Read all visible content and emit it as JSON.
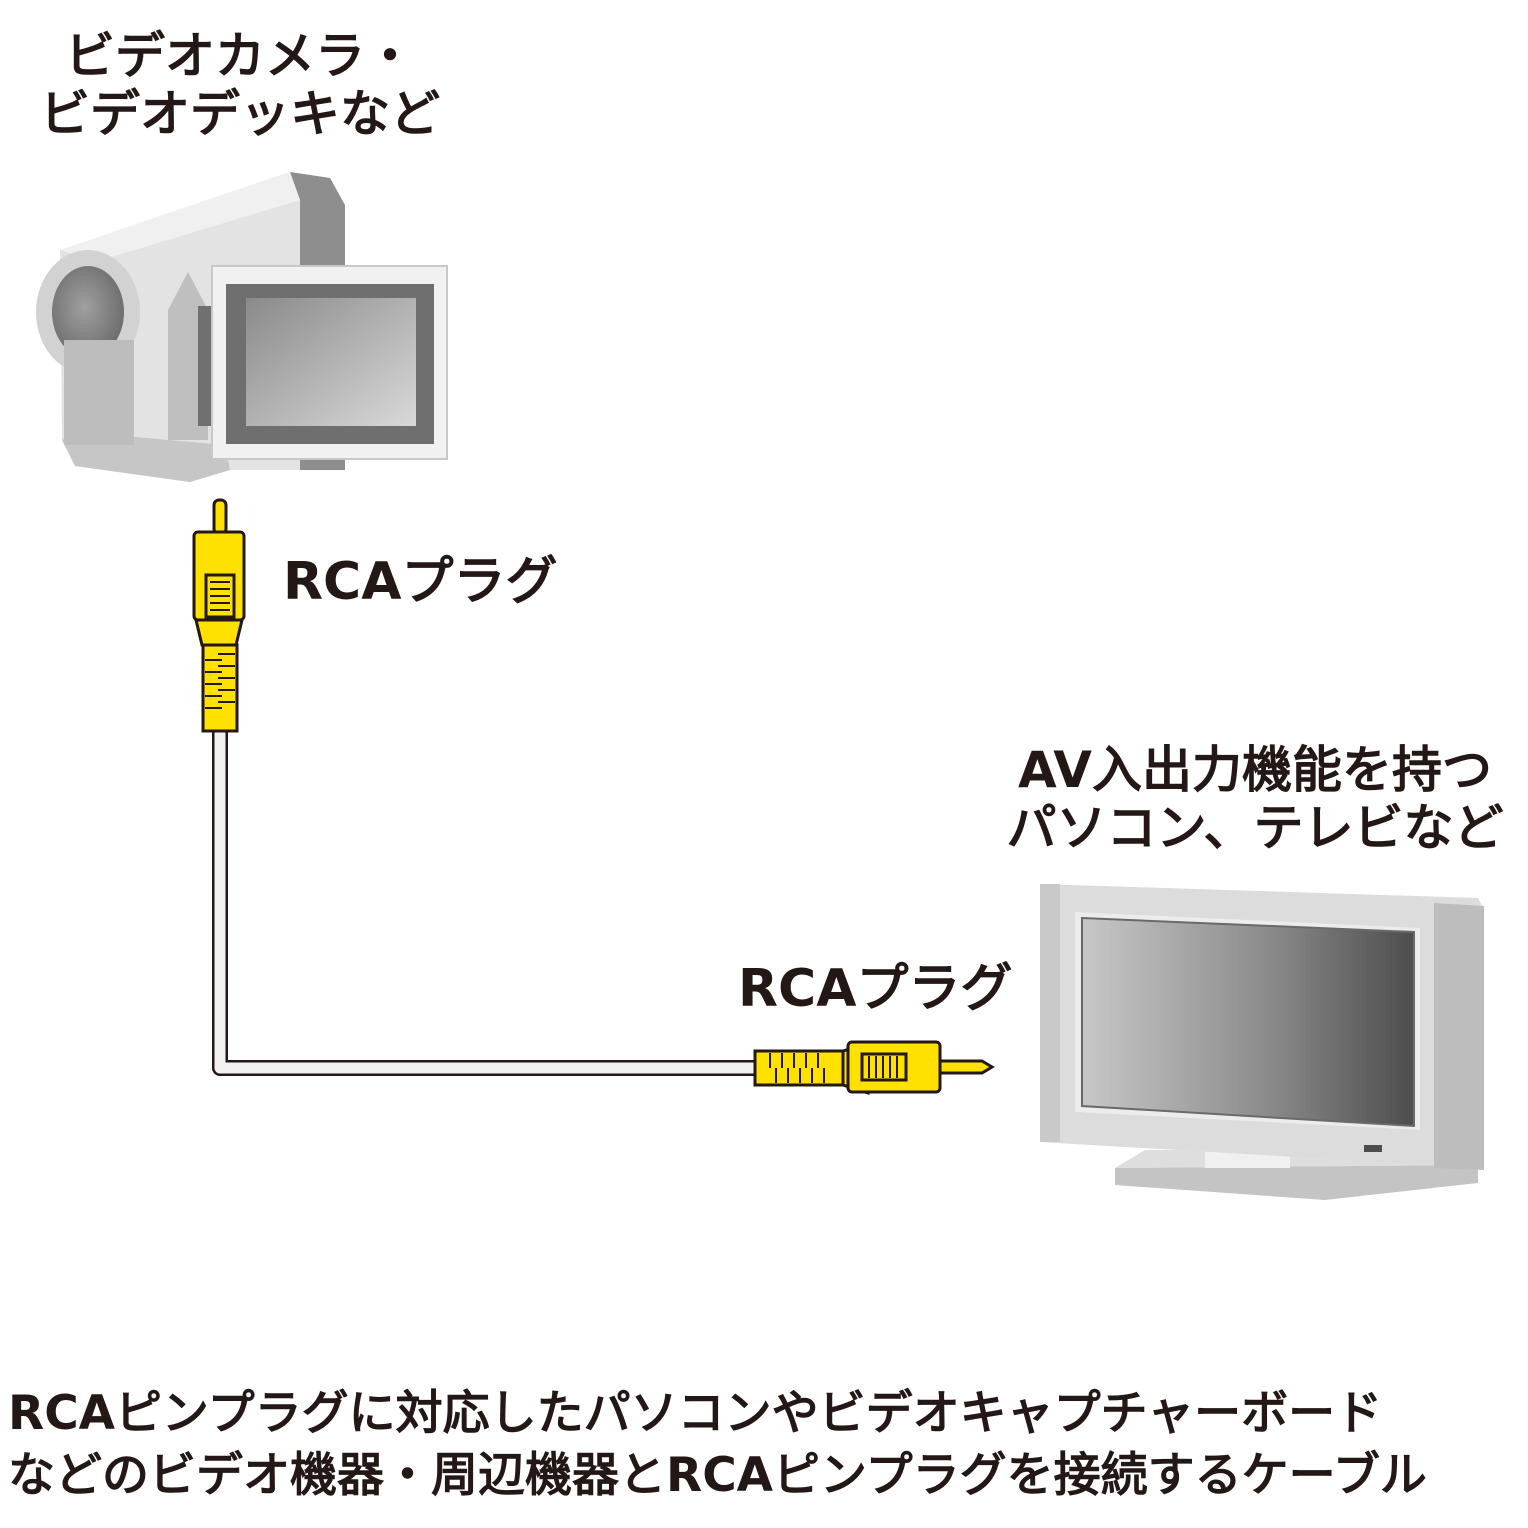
{
  "source_device": {
    "label_lines": [
      "ビデオカメラ・",
      "ビデオデッキなど"
    ]
  },
  "destination_device": {
    "label_lines": [
      "AV入出力機能を持つ",
      "パソコン、テレビなど"
    ]
  },
  "plug_labels": {
    "source_end": "RCAプラグ",
    "destination_end": "RCAプラグ"
  },
  "caption_lines": [
    "RCAピンプラグに対応したパソコンやビデオキャプチャーボード",
    "などのビデオ機器・周辺機器とRCAピンプラグを接続するケーブル"
  ],
  "colors": {
    "plug_body": "#ffe100",
    "plug_outline": "#231815",
    "cable": "#f2f2f2",
    "device_body": "#d9d9d9",
    "text": "#231815"
  }
}
